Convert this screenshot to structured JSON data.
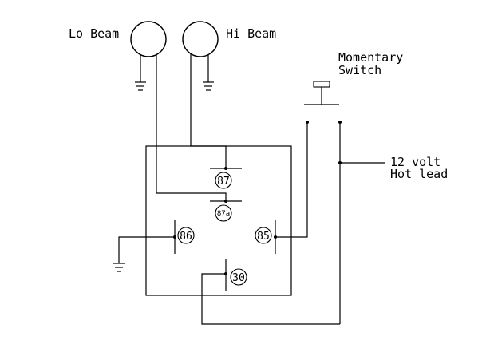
{
  "labels": {
    "lo_beam": "Lo Beam",
    "hi_beam": "Hi Beam",
    "switch_line1": "Momentary",
    "switch_line2": "Switch",
    "hot_line1": "12 volt",
    "hot_line2": "Hot lead"
  },
  "pins": {
    "p87": "87",
    "p87a": "87a",
    "p86": "86",
    "p85": "85",
    "p30": "30"
  }
}
